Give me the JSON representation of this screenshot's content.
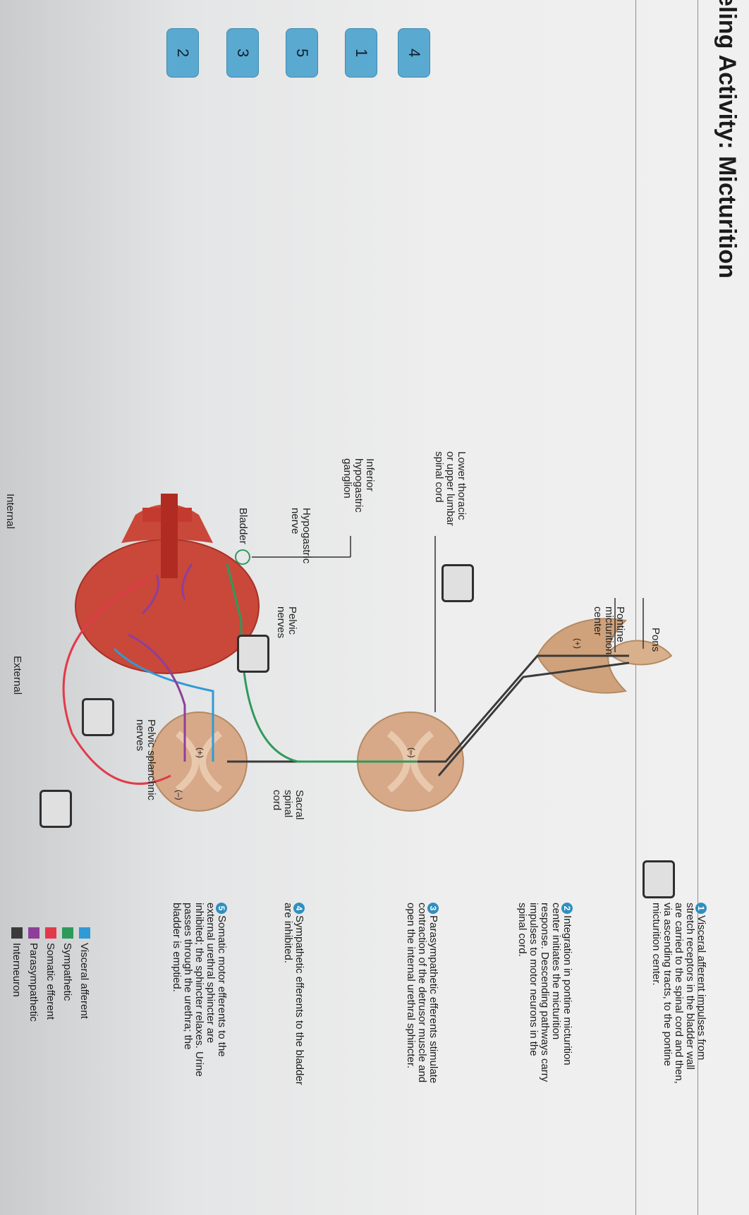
{
  "title": "eling Activity: Micturition",
  "chips": [
    "4",
    "1",
    "5",
    "3",
    "2"
  ],
  "labels": {
    "pons": "Pons",
    "pontine": "Pontine\nmicturition\ncenter",
    "lower_thoracic": "Lower thoracic\nor upper lumbar\nspinal cord",
    "inferior_hypogastric": "Inferior\nhypogastric\nganglion",
    "hypogastric_nerve": "Hypogastric\nnerve",
    "bladder": "Bladder",
    "pelvic_nerves": "Pelvic\nnerves",
    "pelvic_splanchnic": "Pelvic splanchnic\nnerves",
    "sacral": "Sacral\nspinal\ncord",
    "external": "External",
    "internal": "Internal"
  },
  "steps": [
    {
      "num": "1",
      "text": "Visceral afferent impulses from stretch receptors in the bladder wall are carried to the spinal cord and then, via ascending tracts, to the pontine micturition center."
    },
    {
      "num": "2",
      "text": "Integration in pontine micturition center initiates the micturition response. Descending pathways carry impulses to motor neurons in the spinal cord."
    },
    {
      "num": "3",
      "text": "Parasympathetic efferents stimulate contraction of the detrusor muscle and open the internal urethral sphincter."
    },
    {
      "num": "4",
      "text": "Sympathetic efferents to the bladder are inhibited."
    },
    {
      "num": "5",
      "text": "Somatic motor efferents to the external urethral sphincter are inhibited; the sphincter relaxes. Urine passes through the urethra; the bladder is emptied."
    }
  ],
  "legend": [
    {
      "label": "Visceral afferent",
      "color": "#2e9bd6"
    },
    {
      "label": "Sympathetic",
      "color": "#2e9a5a"
    },
    {
      "label": "Somatic efferent",
      "color": "#e23a4a"
    },
    {
      "label": "Parasympathetic",
      "color": "#8e3f99"
    },
    {
      "label": "Interneuron",
      "color": "#3a3a3a"
    }
  ],
  "signs": {
    "plus": "(+)",
    "minus": "(–)"
  }
}
